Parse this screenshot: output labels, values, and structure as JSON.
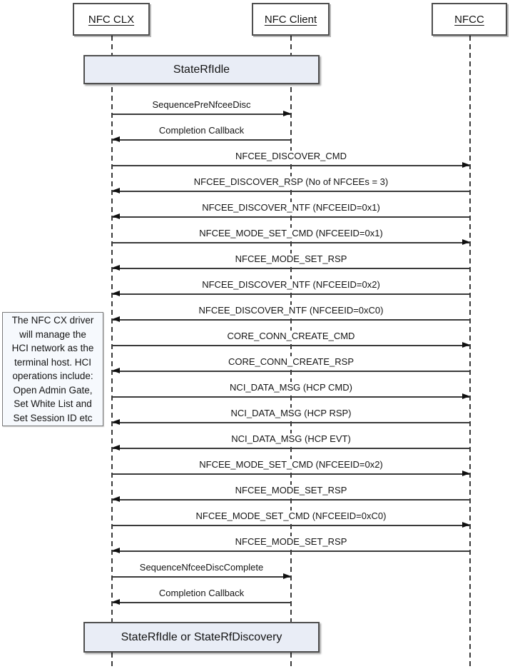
{
  "participants": [
    {
      "id": "clx",
      "label": "NFC CLX"
    },
    {
      "id": "client",
      "label": "NFC Client"
    },
    {
      "id": "nfcc",
      "label": "NFCC"
    }
  ],
  "state_top": {
    "label": "StateRfIdle"
  },
  "state_bottom": {
    "label": "StateRfIdle or StateRfDiscovery"
  },
  "note": {
    "text": "The NFC CX driver\nwill manage the\nHCI network as the\nterminal host. HCI\noperations include:\nOpen Admin Gate,\nSet White List and\nSet Session ID etc"
  },
  "messages": [
    {
      "label": "SequencePreNfceeDisc",
      "from": "clx",
      "to": "client"
    },
    {
      "label": "Completion Callback",
      "from": "client",
      "to": "clx"
    },
    {
      "label": "NFCEE_DISCOVER_CMD",
      "from": "clx",
      "to": "nfcc"
    },
    {
      "label": "NFCEE_DISCOVER_RSP (No of NFCEEs = 3)",
      "from": "nfcc",
      "to": "clx"
    },
    {
      "label": "NFCEE_DISCOVER_NTF (NFCEEID=0x1)",
      "from": "nfcc",
      "to": "clx"
    },
    {
      "label": "NFCEE_MODE_SET_CMD (NFCEEID=0x1)",
      "from": "clx",
      "to": "nfcc"
    },
    {
      "label": "NFCEE_MODE_SET_RSP",
      "from": "nfcc",
      "to": "clx"
    },
    {
      "label": "NFCEE_DISCOVER_NTF (NFCEEID=0x2)",
      "from": "nfcc",
      "to": "clx"
    },
    {
      "label": "NFCEE_DISCOVER_NTF (NFCEEID=0xC0)",
      "from": "nfcc",
      "to": "clx"
    },
    {
      "label": "CORE_CONN_CREATE_CMD",
      "from": "clx",
      "to": "nfcc"
    },
    {
      "label": "CORE_CONN_CREATE_RSP",
      "from": "nfcc",
      "to": "clx"
    },
    {
      "label": "NCI_DATA_MSG (HCP CMD)",
      "from": "clx",
      "to": "nfcc"
    },
    {
      "label": "NCI_DATA_MSG (HCP RSP)",
      "from": "nfcc",
      "to": "clx"
    },
    {
      "label": "NCI_DATA_MSG (HCP EVT)",
      "from": "nfcc",
      "to": "clx"
    },
    {
      "label": "NFCEE_MODE_SET_CMD (NFCEEID=0x2)",
      "from": "clx",
      "to": "nfcc"
    },
    {
      "label": "NFCEE_MODE_SET_RSP",
      "from": "nfcc",
      "to": "clx"
    },
    {
      "label": "NFCEE_MODE_SET_CMD (NFCEEID=0xC0)",
      "from": "clx",
      "to": "nfcc"
    },
    {
      "label": "NFCEE_MODE_SET_RSP",
      "from": "nfcc",
      "to": "clx"
    },
    {
      "label": "SequenceNfceeDiscComplete",
      "from": "clx",
      "to": "client"
    },
    {
      "label": "Completion Callback",
      "from": "client",
      "to": "clx"
    }
  ],
  "colors": {
    "state_fill": "#e9edf6",
    "note_fill": "#f6f9fd",
    "border": "#4f4f4f",
    "line": "#3a3a3a"
  }
}
